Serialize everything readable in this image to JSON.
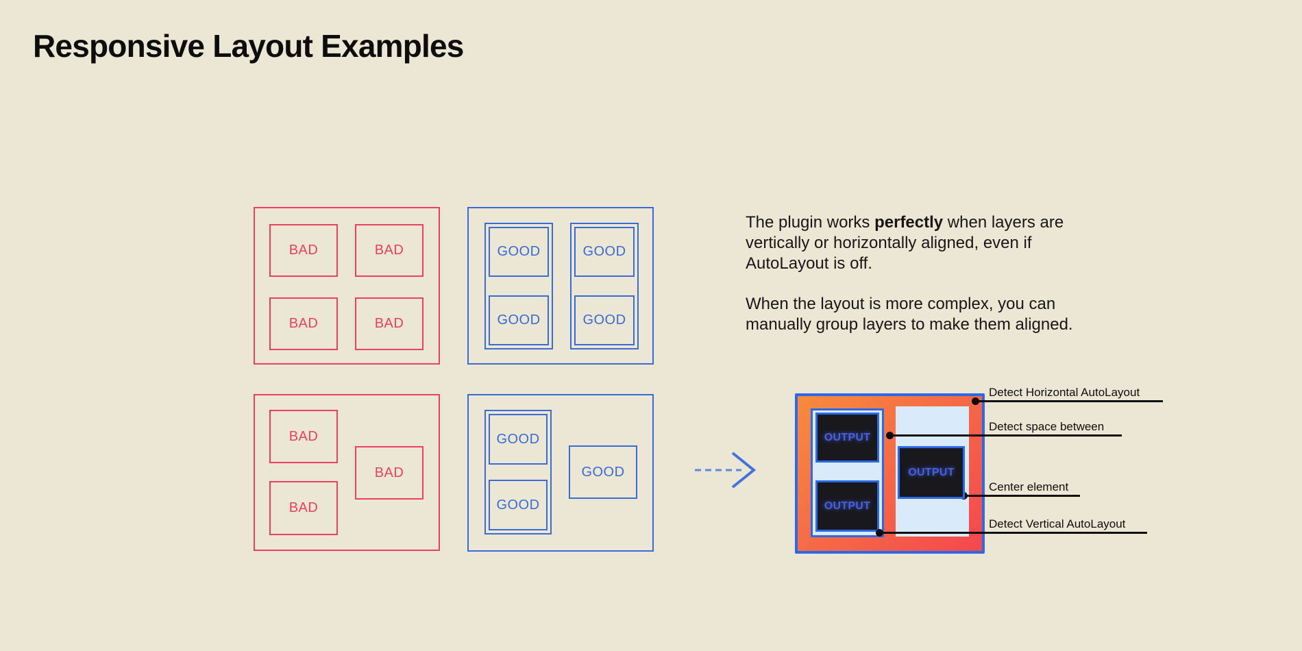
{
  "page": {
    "title": "Responsive Layout Examples",
    "background_color": "#ECE6D5"
  },
  "examples": {
    "bad_label": "BAD",
    "good_label": "GOOD",
    "bad_color": "#E9415E",
    "good_color": "#3A6BD5"
  },
  "description": {
    "p1_before": "The plugin works ",
    "p1_bold": "perfectly",
    "p1_after": " when layers are vertically or horizontally aligned, even if AutoLayout is off.",
    "p2": "When the layout is more complex, you can manually group layers to make them aligned."
  },
  "arrow": {
    "icon": "arrow-right-icon",
    "color": "#4273DE"
  },
  "output": {
    "box_label": "OUTPUT",
    "frame_border_color": "#2C69E6",
    "gradient_start": "#F68B3E",
    "gradient_end": "#F4474F",
    "column_color": "#D9EAFB",
    "box_background": "#19191D",
    "box_text_color": "#4B5FD6"
  },
  "annotations": [
    {
      "label": "Detect Horizontal AutoLayout"
    },
    {
      "label": "Detect space between"
    },
    {
      "label": "Center element"
    },
    {
      "label": "Detect Vertical AutoLayout"
    }
  ]
}
